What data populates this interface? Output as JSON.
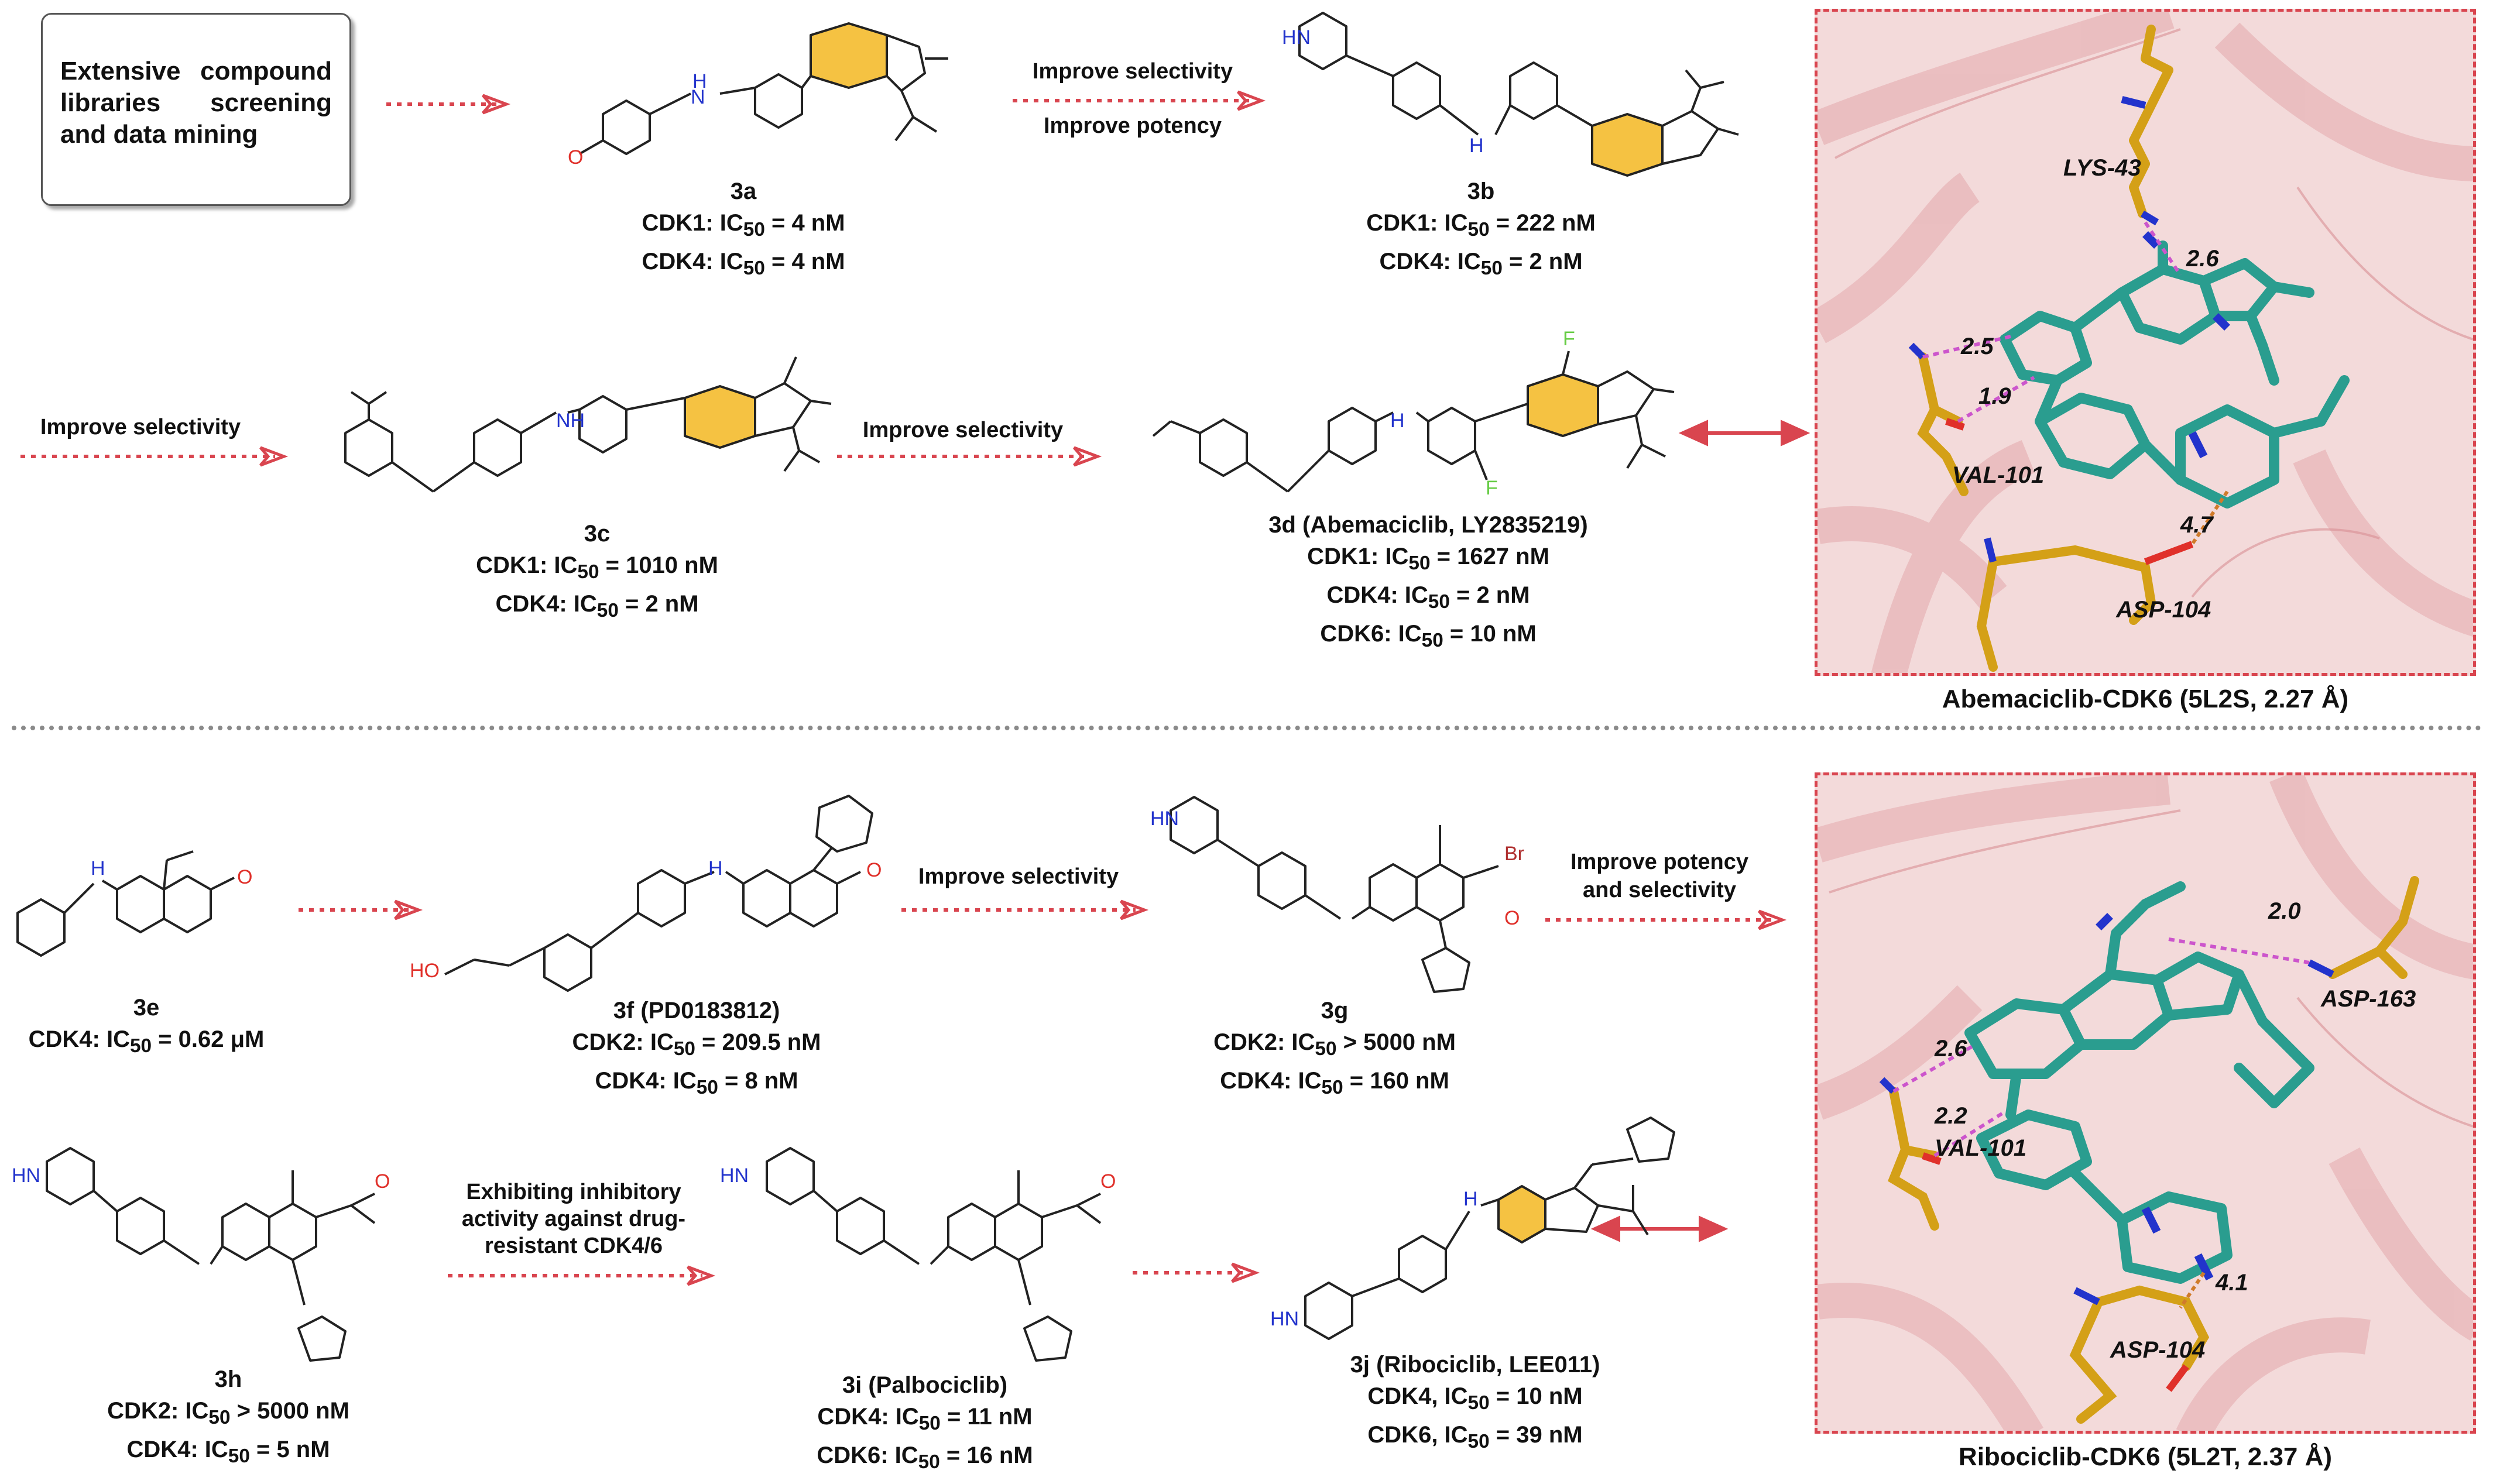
{
  "top_box": {
    "text": "Extensive compound libraries screening and data mining"
  },
  "arrows": {
    "a1_top": "Improve selectivity",
    "a1_bottom": "Improve potency",
    "a2": "Improve selectivity",
    "a3": "Improve selectivity",
    "a4": "Improve selectivity",
    "a5_line1": "Improve potency",
    "a5_line2": "and selectivity",
    "a6_line1": "Exhibiting inhibitory",
    "a6_line2": "activity against drug-",
    "a6_line3": "resistant CDK4/6"
  },
  "compounds": {
    "c3a": {
      "name": "3a",
      "line1": "CDK1: IC",
      "line1_val": " = 4 nM",
      "line2": "CDK4: IC",
      "line2_val": " = 4 nM"
    },
    "c3b": {
      "name": "3b",
      "line1": "CDK1: IC",
      "line1_val": " = 222 nM",
      "line2": "CDK4: IC",
      "line2_val": " = 2 nM"
    },
    "c3c": {
      "name": "3c",
      "line1": "CDK1: IC",
      "line1_val": " = 1010 nM",
      "line2": "CDK4: IC",
      "line2_val": " = 2 nM"
    },
    "c3d": {
      "name": "3d (Abemaciclib, LY2835219)",
      "line1": "CDK1: IC",
      "line1_val": " = 1627 nM",
      "line2": "CDK4: IC",
      "line2_val": " = 2 nM",
      "line3": "CDK6: IC",
      "line3_val": " = 10 nM"
    },
    "c3e": {
      "name": "3e",
      "line1": "CDK4: IC",
      "line1_val": " = 0.62 μM"
    },
    "c3f": {
      "name": "3f (PD0183812)",
      "line1": "CDK2: IC",
      "line1_val": " = 209.5 nM",
      "line2": "CDK4: IC",
      "line2_val": " = 8 nM"
    },
    "c3g": {
      "name": "3g",
      "line1": "CDK2: IC",
      "line1_val": " > 5000 nM",
      "line2": "CDK4: IC",
      "line2_val": " = 160 nM"
    },
    "c3h": {
      "name": "3h",
      "line1": "CDK2: IC",
      "line1_val": " > 5000 nM",
      "line2": "CDK4: IC",
      "line2_val": " = 5 nM"
    },
    "c3i": {
      "name": "3i (Palbociclib)",
      "line1": "CDK4: IC",
      "line1_val": " = 11 nM",
      "line2": "CDK6: IC",
      "line2_val": " = 16 nM"
    },
    "c3j": {
      "name": "3j (Ribociclib, LEE011)",
      "line1": "CDK4, IC",
      "line1_val": " = 10 nM",
      "line2": "CDK6, IC",
      "line2_val": " = 39 nM"
    }
  },
  "ic_sub": "50",
  "atom_labels": {
    "N": "N",
    "H": "H",
    "O": "O",
    "HN": "HN",
    "NH": "NH",
    "F": "F",
    "Br": "Br",
    "HO": "HO"
  },
  "panel_top": {
    "caption": "Abemaciclib-CDK6 (5L2S, 2.27 Å)",
    "residues": [
      "LYS-43",
      "VAL-101",
      "ASP-104"
    ],
    "distances": [
      "2.6",
      "2.5",
      "1.9",
      "4.7"
    ]
  },
  "panel_bottom": {
    "caption": "Ribociclib-CDK6 (5L2T, 2.37 Å)",
    "residues": [
      "ASP-163",
      "VAL-101",
      "ASP-104"
    ],
    "distances": [
      "2.0",
      "2.6",
      "2.2",
      "4.1"
    ]
  },
  "colors": {
    "accent_red": "#d9454f",
    "highlight_yellow": "#f5c242",
    "ligand_teal": "#2a9d8f",
    "residue_gold": "#d4a017",
    "nitrogen_blue": "#2233cc",
    "oxygen_red": "#e0302a",
    "hbond_magenta": "#cc55cc"
  }
}
